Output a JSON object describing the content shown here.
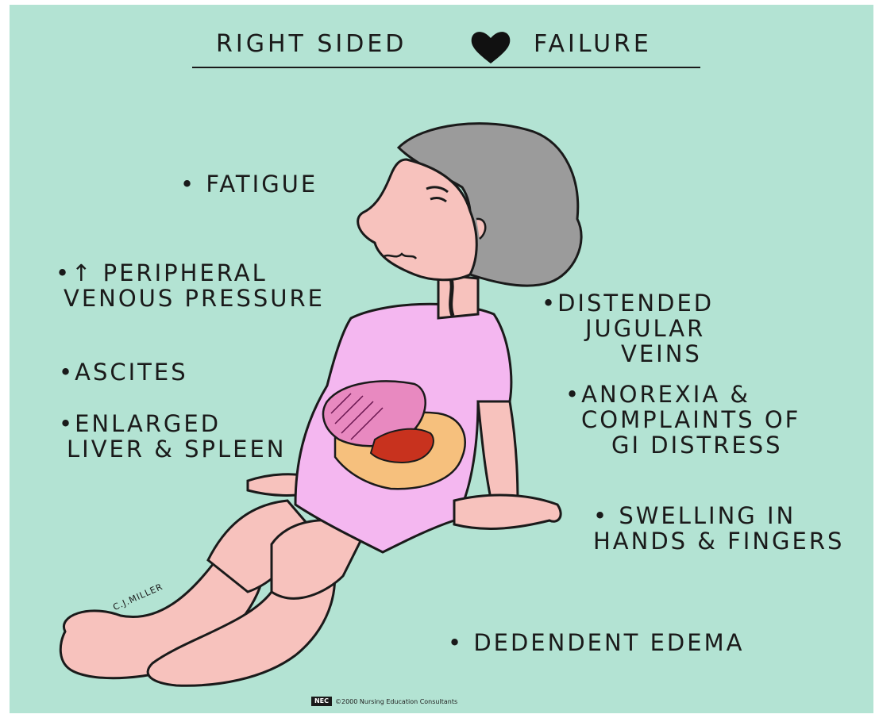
{
  "title": {
    "left": "RIGHT SIDED",
    "right": "FAILURE",
    "heart_icon": "heart-icon"
  },
  "symptoms": {
    "fatigue": "• FATIGUE",
    "peripheral_line1": "•↑ PERIPHERAL",
    "peripheral_line2": "VENOUS PRESSURE",
    "ascites": "•ASCITES",
    "enlarged_line1": "•ENLARGED",
    "enlarged_line2": "LIVER & SPLEEN",
    "jugular_line1": "•DISTENDED",
    "jugular_line2": "JUGULAR",
    "jugular_line3": "VEINS",
    "anorexia_line1": "•ANOREXIA &",
    "anorexia_line2": "COMPLAINTS OF",
    "anorexia_line3": "GI DISTRESS",
    "swelling_line1": "• SWELLING IN",
    "swelling_line2": "HANDS & FINGERS",
    "edema": "• DEDENDENT EDEMA"
  },
  "signature": "C.J.MILLER",
  "copyright": {
    "logo": "NEC",
    "text": "©2000 Nursing Education Consultants"
  },
  "colors": {
    "background": "#b3e3d3",
    "skin": "#f7c2bd",
    "shirt": "#f4b7f0",
    "hair": "#9b9b9b",
    "liver": "#e889c0",
    "intestine": "#f6c07d",
    "stomach": "#c8321e"
  }
}
